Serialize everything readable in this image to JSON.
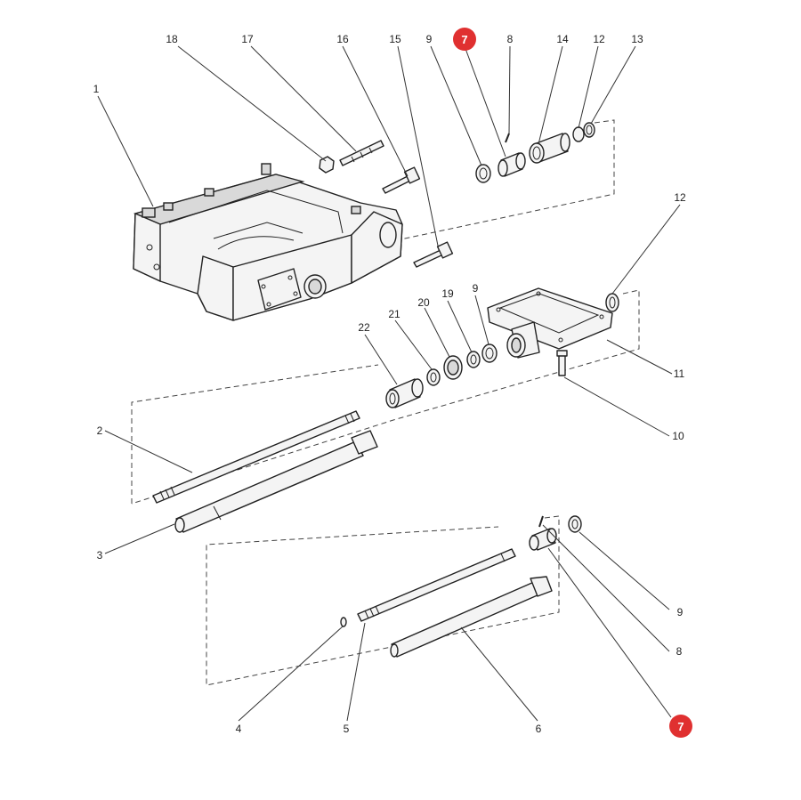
{
  "diagram": {
    "highlight_color": "#e03030",
    "callouts": {
      "c18": "18",
      "c17": "17",
      "c16": "16",
      "c15": "15",
      "c9a": "9",
      "c7a": "7",
      "c8a": "8",
      "c14": "14",
      "c12a": "12",
      "c13": "13",
      "c1": "1",
      "c12b": "12",
      "c22": "22",
      "c21": "21",
      "c20": "20",
      "c19": "19",
      "c9b": "9",
      "c11": "11",
      "c10": "10",
      "c2": "2",
      "c3": "3",
      "c9c": "9",
      "c8b": "8",
      "c7b": "7",
      "c4": "4",
      "c5": "5",
      "c6": "6"
    }
  }
}
